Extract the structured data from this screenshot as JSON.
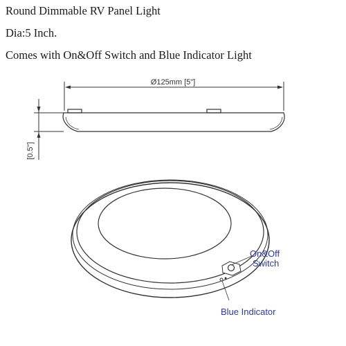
{
  "headings": {
    "line1": "Round Dimmable RV Panel Light",
    "line2": "Dia:5 Inch.",
    "line3": "Comes with On&Off Switch and Blue Indicator Light"
  },
  "drawing": {
    "diameter_label": "Ø125mm [5\"]",
    "height_label": "[0.5\"]",
    "switch_label_line1": "On&Off",
    "switch_label_line2": "Switch",
    "indicator_label": "Blue Indicator"
  },
  "colors": {
    "text": "#1a1a1a",
    "line": "#333333",
    "label_blue": "#2d3a9a"
  }
}
